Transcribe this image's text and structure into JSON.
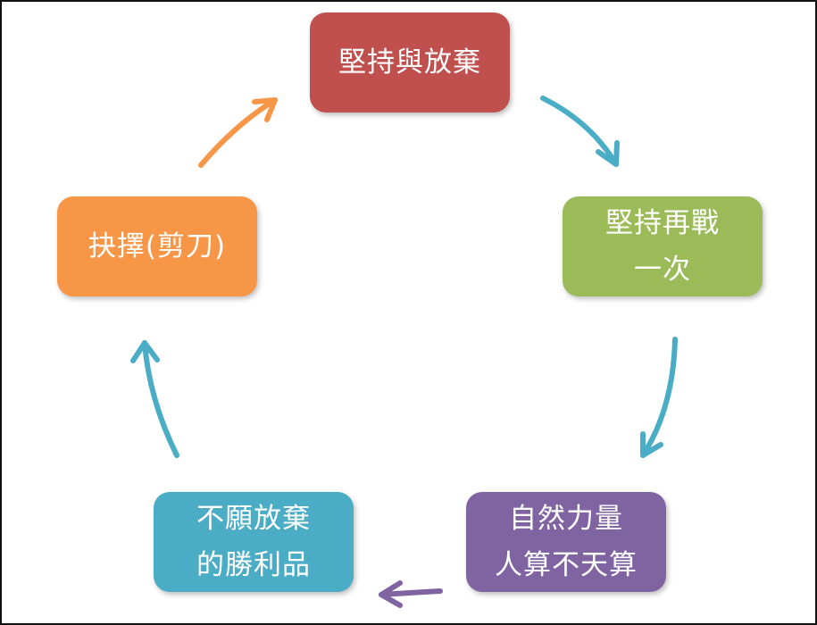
{
  "nodes": {
    "top": {
      "lines": [
        "堅持與放棄"
      ],
      "color": "#c0504d"
    },
    "right": {
      "lines": [
        "堅持再戰",
        "一次"
      ],
      "color": "#9bbb59"
    },
    "bottom_right": {
      "lines": [
        "自然力量",
        "人算不天算"
      ],
      "color": "#8064a2"
    },
    "bottom_left": {
      "lines": [
        "不願放棄",
        "的勝利品"
      ],
      "color": "#4bacc6"
    },
    "left": {
      "lines": [
        "抉擇(剪刀)"
      ],
      "color": "#f79646"
    }
  },
  "arrow_colors": {
    "top_to_right": "#4bacc6",
    "right_to_bottom_right": "#4bacc6",
    "bottom_right_to_bottom_left": "#8064a2",
    "bottom_left_to_left": "#4bacc6",
    "left_to_top": "#f79646"
  }
}
